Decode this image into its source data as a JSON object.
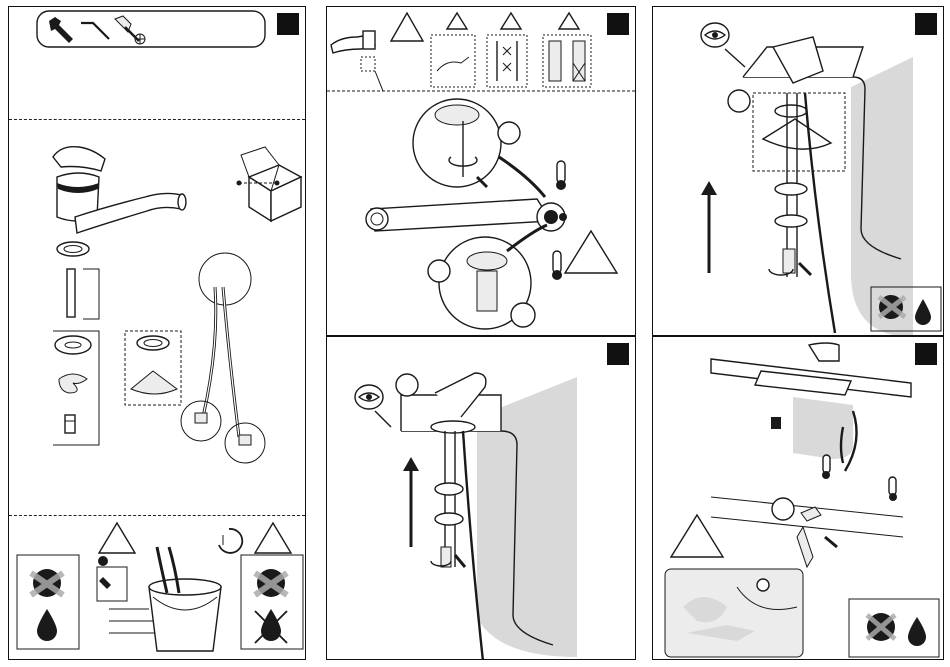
{
  "document": {
    "panels": [
      {
        "id": "tools-and-parts"
      },
      {
        "id": "temperature-setting"
      },
      {
        "id": "mounting-underside"
      },
      {
        "id": "tighten-from-below"
      },
      {
        "id": "connect-supply"
      }
    ]
  },
  "colors": {
    "ink": "#1a1a1a",
    "wall-shade": "#d9d9d9",
    "badge": "#111111",
    "hot-marker": "#1a1a1a"
  },
  "icons": [
    "wrench-icon",
    "allen-key-icon",
    "screwdriver-icon",
    "phillips-cross-icon",
    "warning-triangle-icon",
    "thermometer-icon",
    "eye-icon",
    "water-drop-icon",
    "valve-knob-icon",
    "clock-icon",
    "bucket-icon",
    "box-icon"
  ]
}
